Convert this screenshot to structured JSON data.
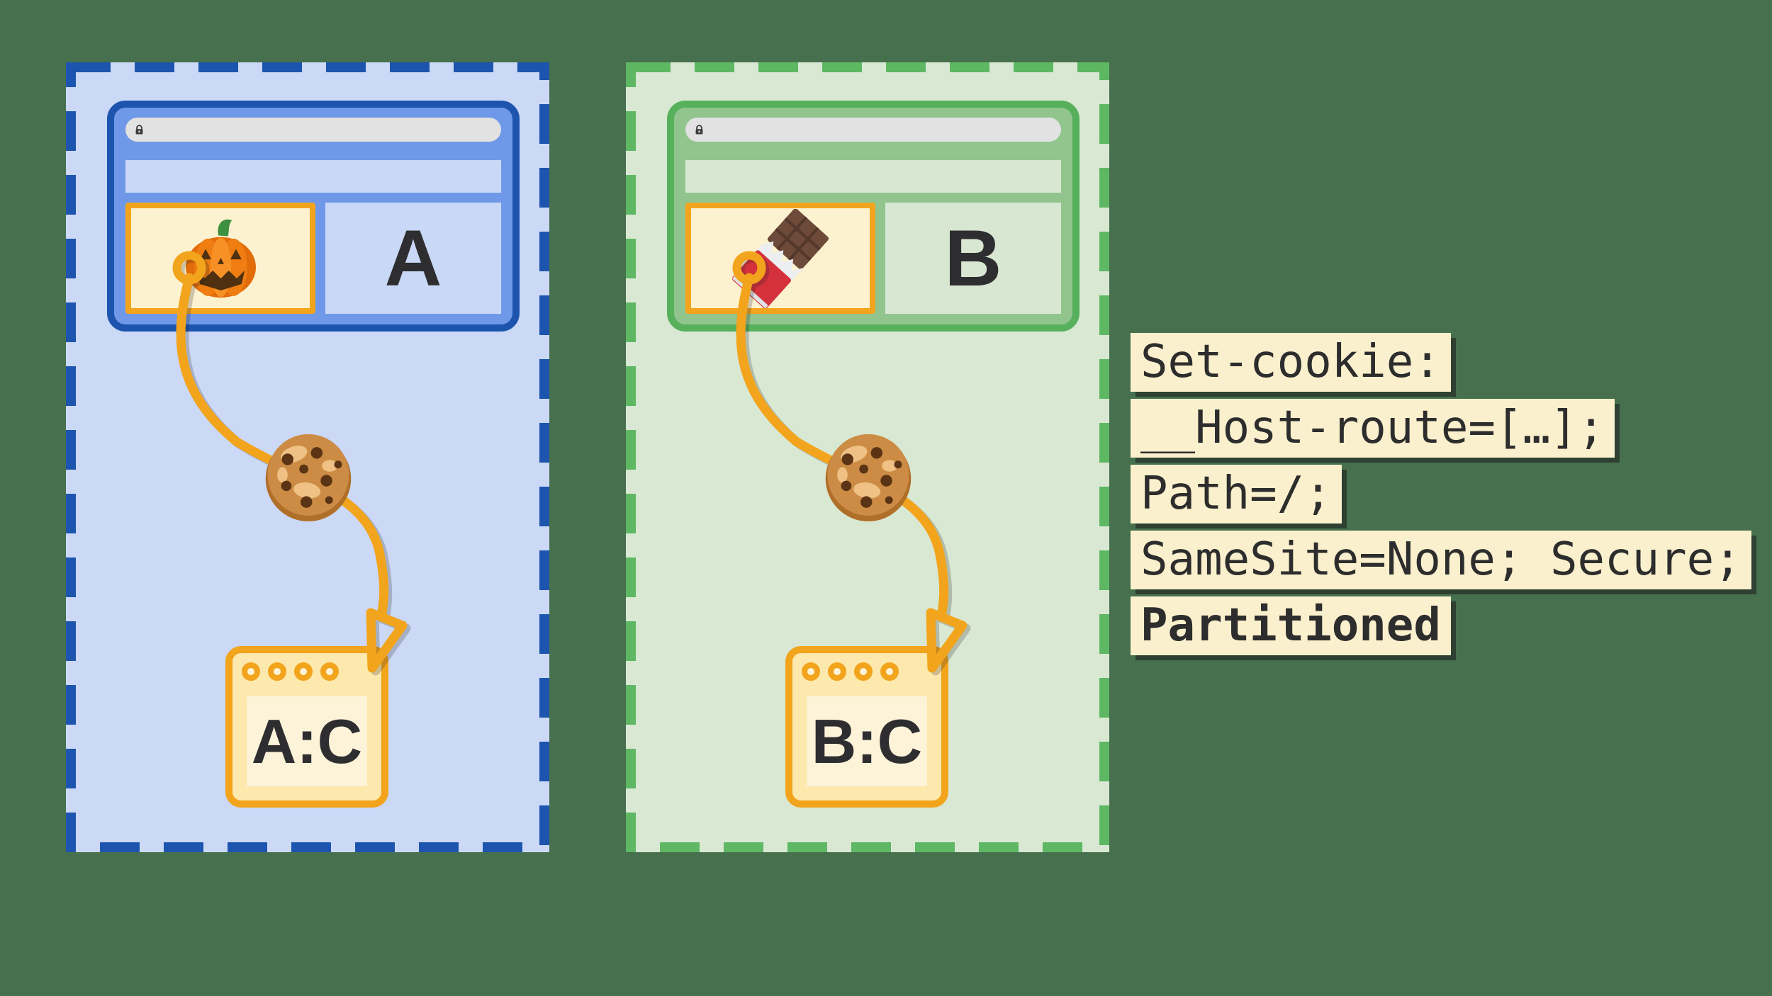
{
  "canvas": {
    "bg": "#47704e"
  },
  "panels": [
    {
      "id": "partition-a",
      "site_letter": "A",
      "jar_label": "A:C",
      "embed_icon": "pumpkin-icon",
      "colors": {
        "dash": "#1d55ae",
        "fill": "#cbd9f6",
        "browser": "#6f99e8",
        "panelfill": "#c9d8f6",
        "border": "#1d55ae"
      }
    },
    {
      "id": "partition-b",
      "site_letter": "B",
      "jar_label": "B:C",
      "embed_icon": "chocolate-icon",
      "colors": {
        "dash": "#5db763",
        "fill": "#d9e8d3",
        "browser": "#92c48d",
        "panelfill": "#d8e7d1",
        "border": "#57b05c"
      }
    }
  ],
  "code_block": {
    "lines": [
      {
        "text": "Set-cookie:",
        "bold": false
      },
      {
        "text": "__Host-route=[…];",
        "bold": false
      },
      {
        "text": "Path=/;",
        "bold": false
      },
      {
        "text": "SameSite=None; Secure;",
        "bold": false
      },
      {
        "text": "Partitioned",
        "bold": true
      }
    ]
  },
  "colors": {
    "orange": "#f2a41c",
    "cream": "#fdf2d0",
    "jar": "#fde8ad",
    "jarInner": "#fdf3d8",
    "ink": "#2e2e30",
    "addr": "#e2e2e2",
    "lock": "#3c3c3c",
    "codeBg": "#fbf0cd",
    "codeText": "#2d2d2d"
  }
}
